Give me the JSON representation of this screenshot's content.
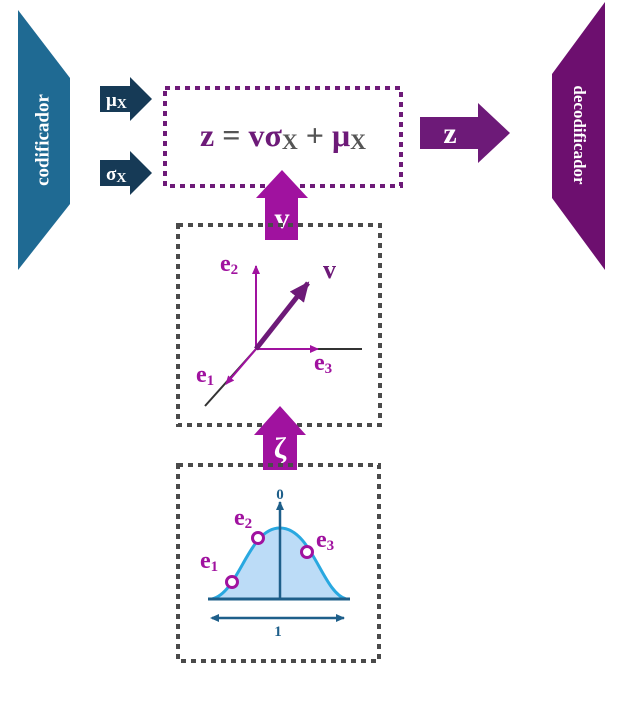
{
  "encoder": {
    "label": "codificador"
  },
  "decoder": {
    "label": "decodificador"
  },
  "inputs": {
    "mu": "μ",
    "sigma": "σ",
    "sub": "X"
  },
  "formula": {
    "z": "z",
    "eq": "=",
    "v": "v",
    "sigma": "σ",
    "sub": "X",
    "plus": "+",
    "mu": "μ"
  },
  "output": {
    "label": "z"
  },
  "v_arrow": {
    "label": "v"
  },
  "zeta_arrow": {
    "label": "ζ"
  },
  "vector_plot": {
    "vector_label": "v",
    "axes": [
      {
        "base": "e",
        "index": "2"
      },
      {
        "base": "e",
        "index": "1"
      },
      {
        "base": "e",
        "index": "3"
      }
    ]
  },
  "distribution": {
    "top_label": "0",
    "width_label": "1",
    "points": [
      {
        "base": "e",
        "index": "1"
      },
      {
        "base": "e",
        "index": "2"
      },
      {
        "base": "e",
        "index": "3"
      }
    ]
  },
  "colors": {
    "encoder": "#1f6a93",
    "decoder": "#6d0f6f",
    "navy": "#163a56",
    "purple": "#a0129f",
    "dark_purple": "#6d1a78",
    "formula": "#6d1a78",
    "formula_gray": "#555555",
    "curve": "#29a8e0",
    "curve_fill": "#bcdcf7",
    "axis_blue": "#1e5f8a",
    "dash": "#4a4a4a"
  }
}
